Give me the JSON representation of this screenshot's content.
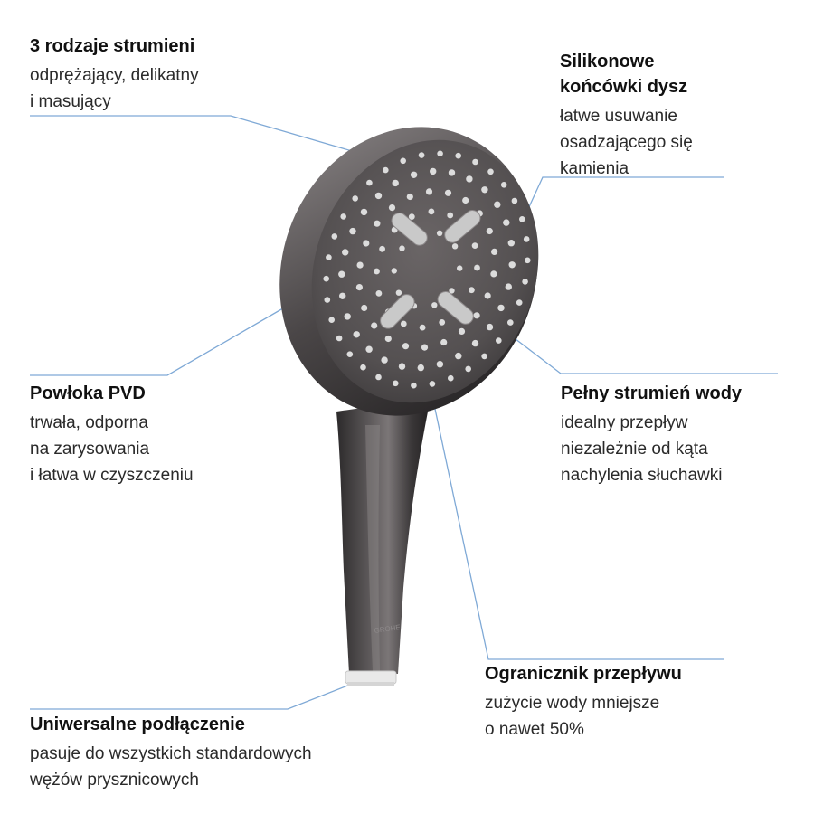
{
  "features": {
    "spray_modes": {
      "title": "3 rodzaje strumieni",
      "desc": "odprężający, delikatny\ni masujący"
    },
    "silicone_nozzles": {
      "title": "Silikonowe\nkońcówki dysz",
      "desc": "łatwe usuwanie\nosadzającego się\nkamienia"
    },
    "pvd_coating": {
      "title": "Powłoka PVD",
      "desc": "trwała, odporna\nna zarysowania\ni łatwa w czyszczeniu"
    },
    "full_spray": {
      "title": "Pełny strumień wody",
      "desc": "idealny przepływ\nniezależnie od kąta\nnachylenia słuchawki"
    },
    "flow_limiter": {
      "title": "Ogranicznik przepływu",
      "desc": "zużycie wody mniejsze\no nawet 50%"
    },
    "universal_connection": {
      "title": "Uniwersalne podłączenie",
      "desc": "pasuje do wszystkich standardowych\nwężów prysznicowych"
    }
  },
  "product": {
    "brand_logo": "GROHE"
  },
  "colors": {
    "leader_line": "#7fa9d6",
    "body_dark": "#3d3a3b",
    "nozzle": "#dcdcdc"
  },
  "icons": {
    "spray_pattern": "spray-holes-icon"
  }
}
